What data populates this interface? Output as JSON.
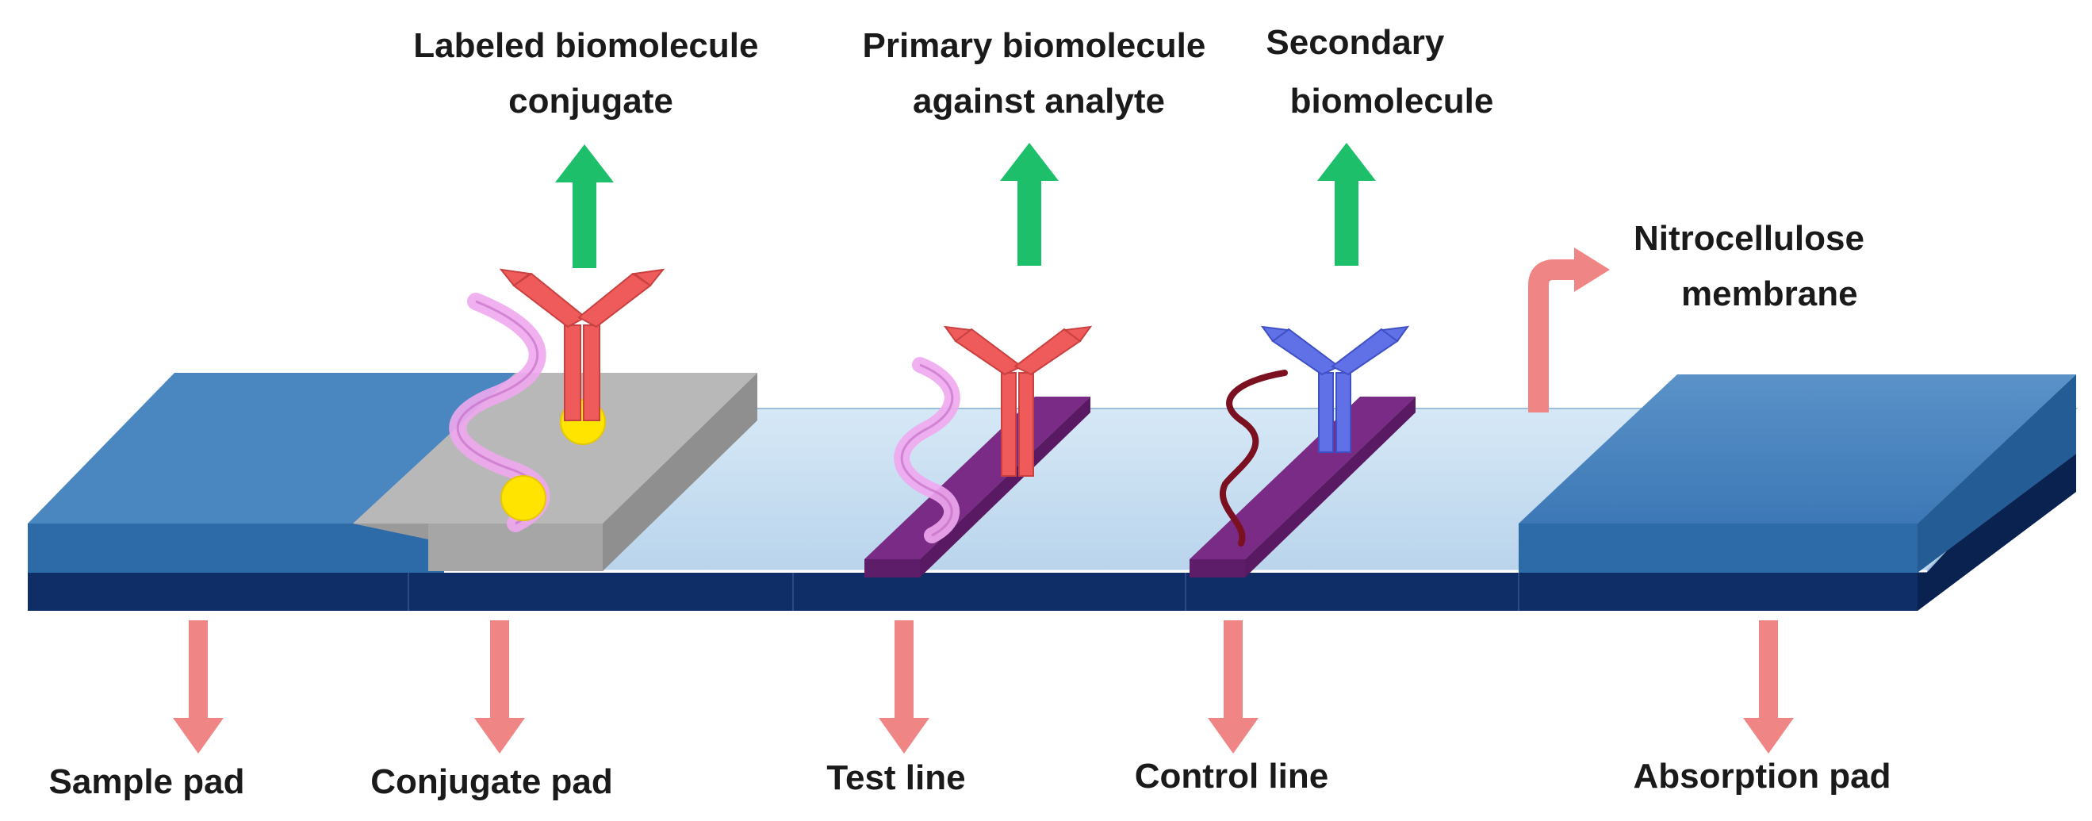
{
  "labels": {
    "top": {
      "labeled_conjugate": [
        "Labeled biomolecule",
        "conjugate"
      ],
      "primary": [
        "Primary biomolecule",
        "against analyte"
      ],
      "secondary": [
        "Secondary",
        "biomolecule"
      ],
      "membrane": [
        "Nitrocellulose",
        "membrane"
      ]
    },
    "bottom": {
      "sample_pad": "Sample pad",
      "conjugate_pad": "Conjugate pad",
      "test_line": "Test line",
      "control_line": "Control line",
      "absorption_pad": "Absorption pad"
    }
  },
  "colors": {
    "pad_blue_top": "#4a86c0",
    "pad_blue_front": "#2d6aa8",
    "base_navy": "#0d2a5e",
    "membrane": "#c9dff0",
    "conjugate_pad": "#b3b3b3",
    "line_purple": "#7a2b86",
    "antibody_red": "#ef5a5a",
    "antibody_blue": "#6070e6",
    "arrow_green": "#1dbf6a",
    "arrow_pink": "#f08585",
    "gold_particle": "#ffe400",
    "dna_pink": "#f0a8f0",
    "peptide_maroon": "#7a1020"
  }
}
